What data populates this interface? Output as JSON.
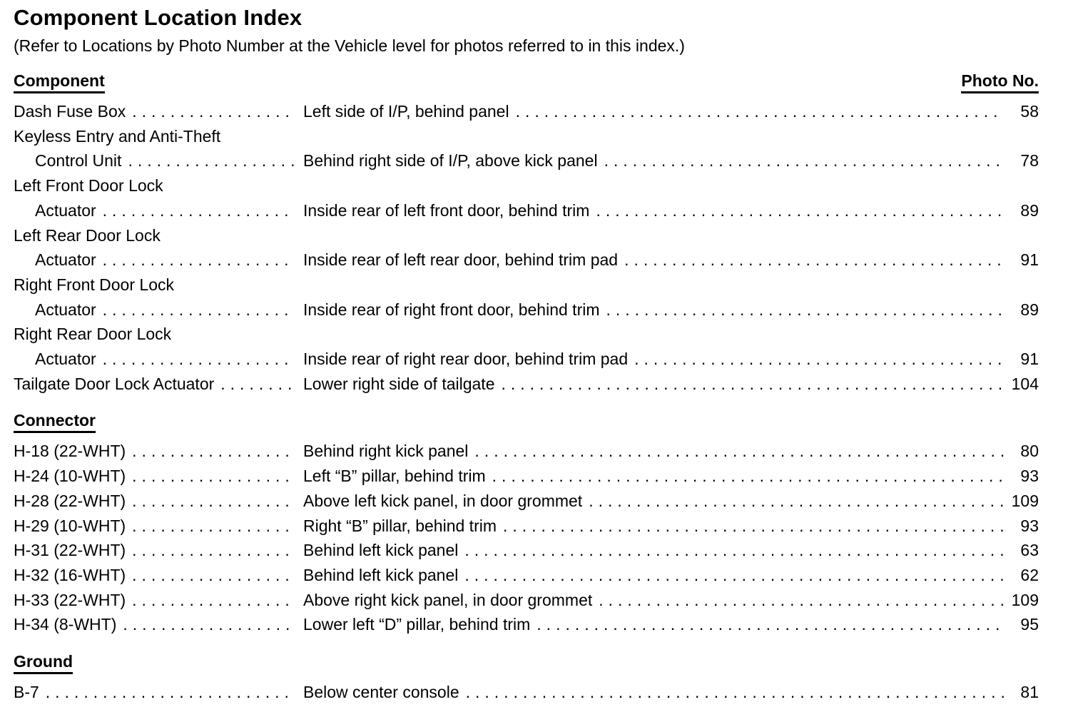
{
  "page": {
    "title": "Component Location Index",
    "subtitle": "(Refer to Locations by Photo Number at the Vehicle level for photos referred to in this index.)"
  },
  "sections": [
    {
      "label": "Component",
      "photo_header": "Photo No.",
      "rows": [
        {
          "name": "Dash Fuse Box",
          "indent": false,
          "desc": "Left side of I/P, behind panel",
          "photo": "58"
        },
        {
          "name": "Keyless Entry and Anti-Theft",
          "indent": false
        },
        {
          "name": "Control Unit",
          "indent": true,
          "desc": "Behind right side of I/P, above kick panel",
          "photo": "78"
        },
        {
          "name": "Left Front Door Lock",
          "indent": false
        },
        {
          "name": "Actuator",
          "indent": true,
          "desc": "Inside rear of left front door, behind trim",
          "photo": "89"
        },
        {
          "name": "Left Rear Door Lock",
          "indent": false
        },
        {
          "name": "Actuator",
          "indent": true,
          "desc": "Inside rear of left rear door, behind trim pad",
          "photo": "91"
        },
        {
          "name": "Right Front Door Lock",
          "indent": false
        },
        {
          "name": "Actuator",
          "indent": true,
          "desc": "Inside rear of right front door, behind trim",
          "photo": "89"
        },
        {
          "name": "Right Rear Door Lock",
          "indent": false
        },
        {
          "name": "Actuator",
          "indent": true,
          "desc": "Inside rear of right rear door, behind trim pad",
          "photo": "91"
        },
        {
          "name": "Tailgate Door Lock Actuator",
          "indent": false,
          "desc": "Lower right side of tailgate",
          "photo": "104"
        }
      ]
    },
    {
      "label": "Connector",
      "rows": [
        {
          "name": "H-18 (22-WHT)",
          "indent": false,
          "desc": "Behind right kick panel",
          "photo": "80"
        },
        {
          "name": "H-24 (10-WHT)",
          "indent": false,
          "desc": "Left “B” pillar, behind trim",
          "photo": "93"
        },
        {
          "name": "H-28 (22-WHT)",
          "indent": false,
          "desc": "Above left kick panel, in door grommet",
          "photo": "109"
        },
        {
          "name": "H-29 (10-WHT)",
          "indent": false,
          "desc": "Right “B” pillar, behind trim",
          "photo": "93"
        },
        {
          "name": "H-31 (22-WHT)",
          "indent": false,
          "desc": "Behind left kick panel",
          "photo": "63"
        },
        {
          "name": "H-32 (16-WHT)",
          "indent": false,
          "desc": "Behind left kick panel",
          "photo": "62"
        },
        {
          "name": "H-33 (22-WHT)",
          "indent": false,
          "desc": "Above right kick panel, in door grommet",
          "photo": "109"
        },
        {
          "name": "H-34 (8-WHT)",
          "indent": false,
          "desc": "Lower left “D” pillar, behind trim",
          "photo": "95"
        }
      ]
    },
    {
      "label": "Ground",
      "rows": [
        {
          "name": "B-7",
          "indent": false,
          "desc": "Below center console",
          "photo": "81"
        }
      ]
    }
  ]
}
